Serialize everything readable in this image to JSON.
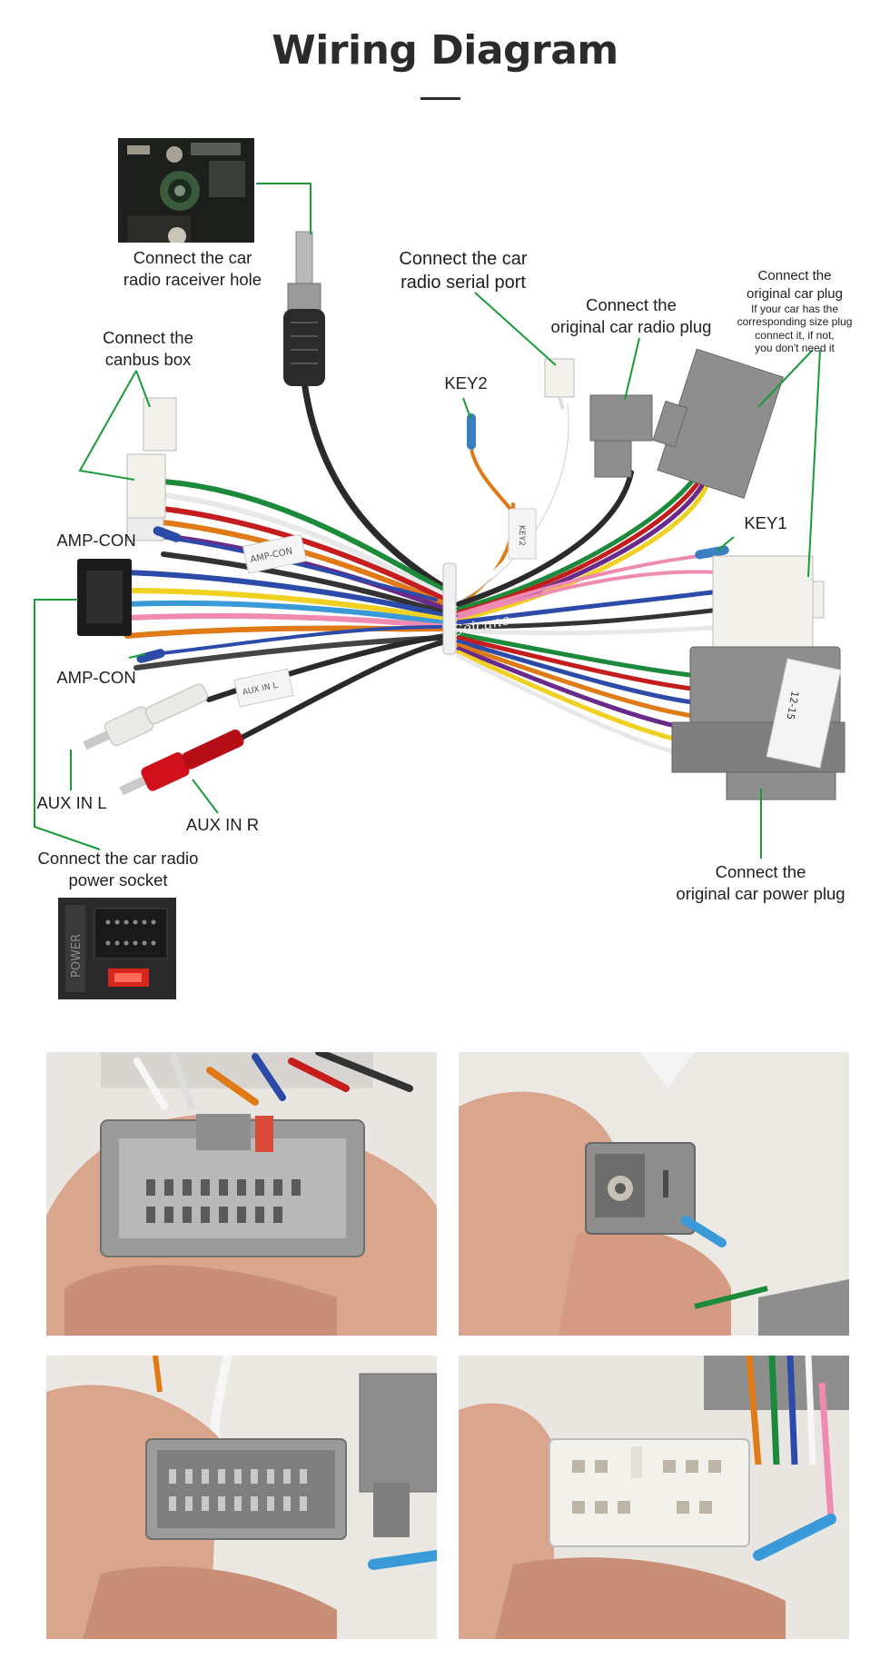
{
  "title": "Wiring Diagram",
  "labels": {
    "receiver_hole": [
      "Connect the  car",
      "radio raceiver hole"
    ],
    "serial_port": [
      "Connect the car",
      "radio  serial port"
    ],
    "orig_radio_plug": [
      "Connect the",
      "original car radio plug"
    ],
    "orig_plug_title": [
      "Connect the",
      "original car plug"
    ],
    "orig_plug_note": [
      "If your car has the",
      "corresponding size plug",
      "connect it, if not,",
      "you don't need it"
    ],
    "canbus": [
      "Connect the",
      "canbus box"
    ],
    "key2": "KEY2",
    "key1": "KEY1",
    "amp_con_top": "AMP-CON",
    "amp_con_bottom": "AMP-CON",
    "aux_l": "AUX IN L",
    "aux_r": "AUX IN R",
    "power_socket": [
      "Connect the car radio",
      "power socket"
    ],
    "orig_power_plug": [
      "Connect the",
      "original car power plug"
    ]
  },
  "harness_print": {
    "brand": "Seicane",
    "sleeve_amp": "AMP-CON",
    "sleeve_key2": "KEY2",
    "sleeve_aux": "AUX IN L",
    "connector_text": "12-15",
    "power_socket_text": "POWER"
  },
  "colors": {
    "leader": "#1a9a3a",
    "connector_grey": "#8e8e8e",
    "connector_white": "#f3f1ec",
    "connector_black": "#1b1b1b",
    "rca_red": "#d0111b",
    "rca_white": "#e9e9e6"
  }
}
